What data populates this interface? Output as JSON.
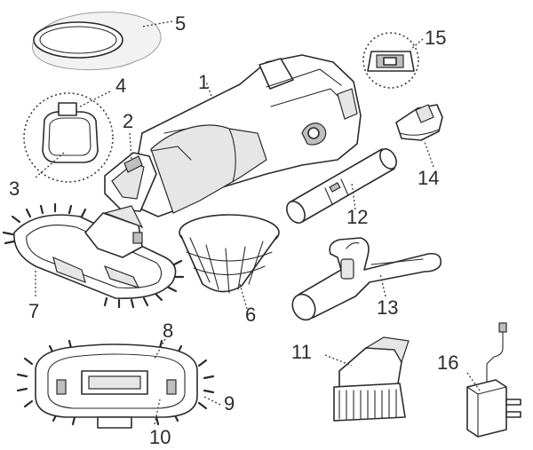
{
  "labels": [
    "1",
    "2",
    "3",
    "4",
    "5",
    "6",
    "7",
    "8",
    "9",
    "10",
    "11",
    "12",
    "13",
    "14",
    "15",
    "16"
  ],
  "colors": {
    "line": "#2b2b2b",
    "shade": "#bfbfbf",
    "background": "#ffffff"
  }
}
